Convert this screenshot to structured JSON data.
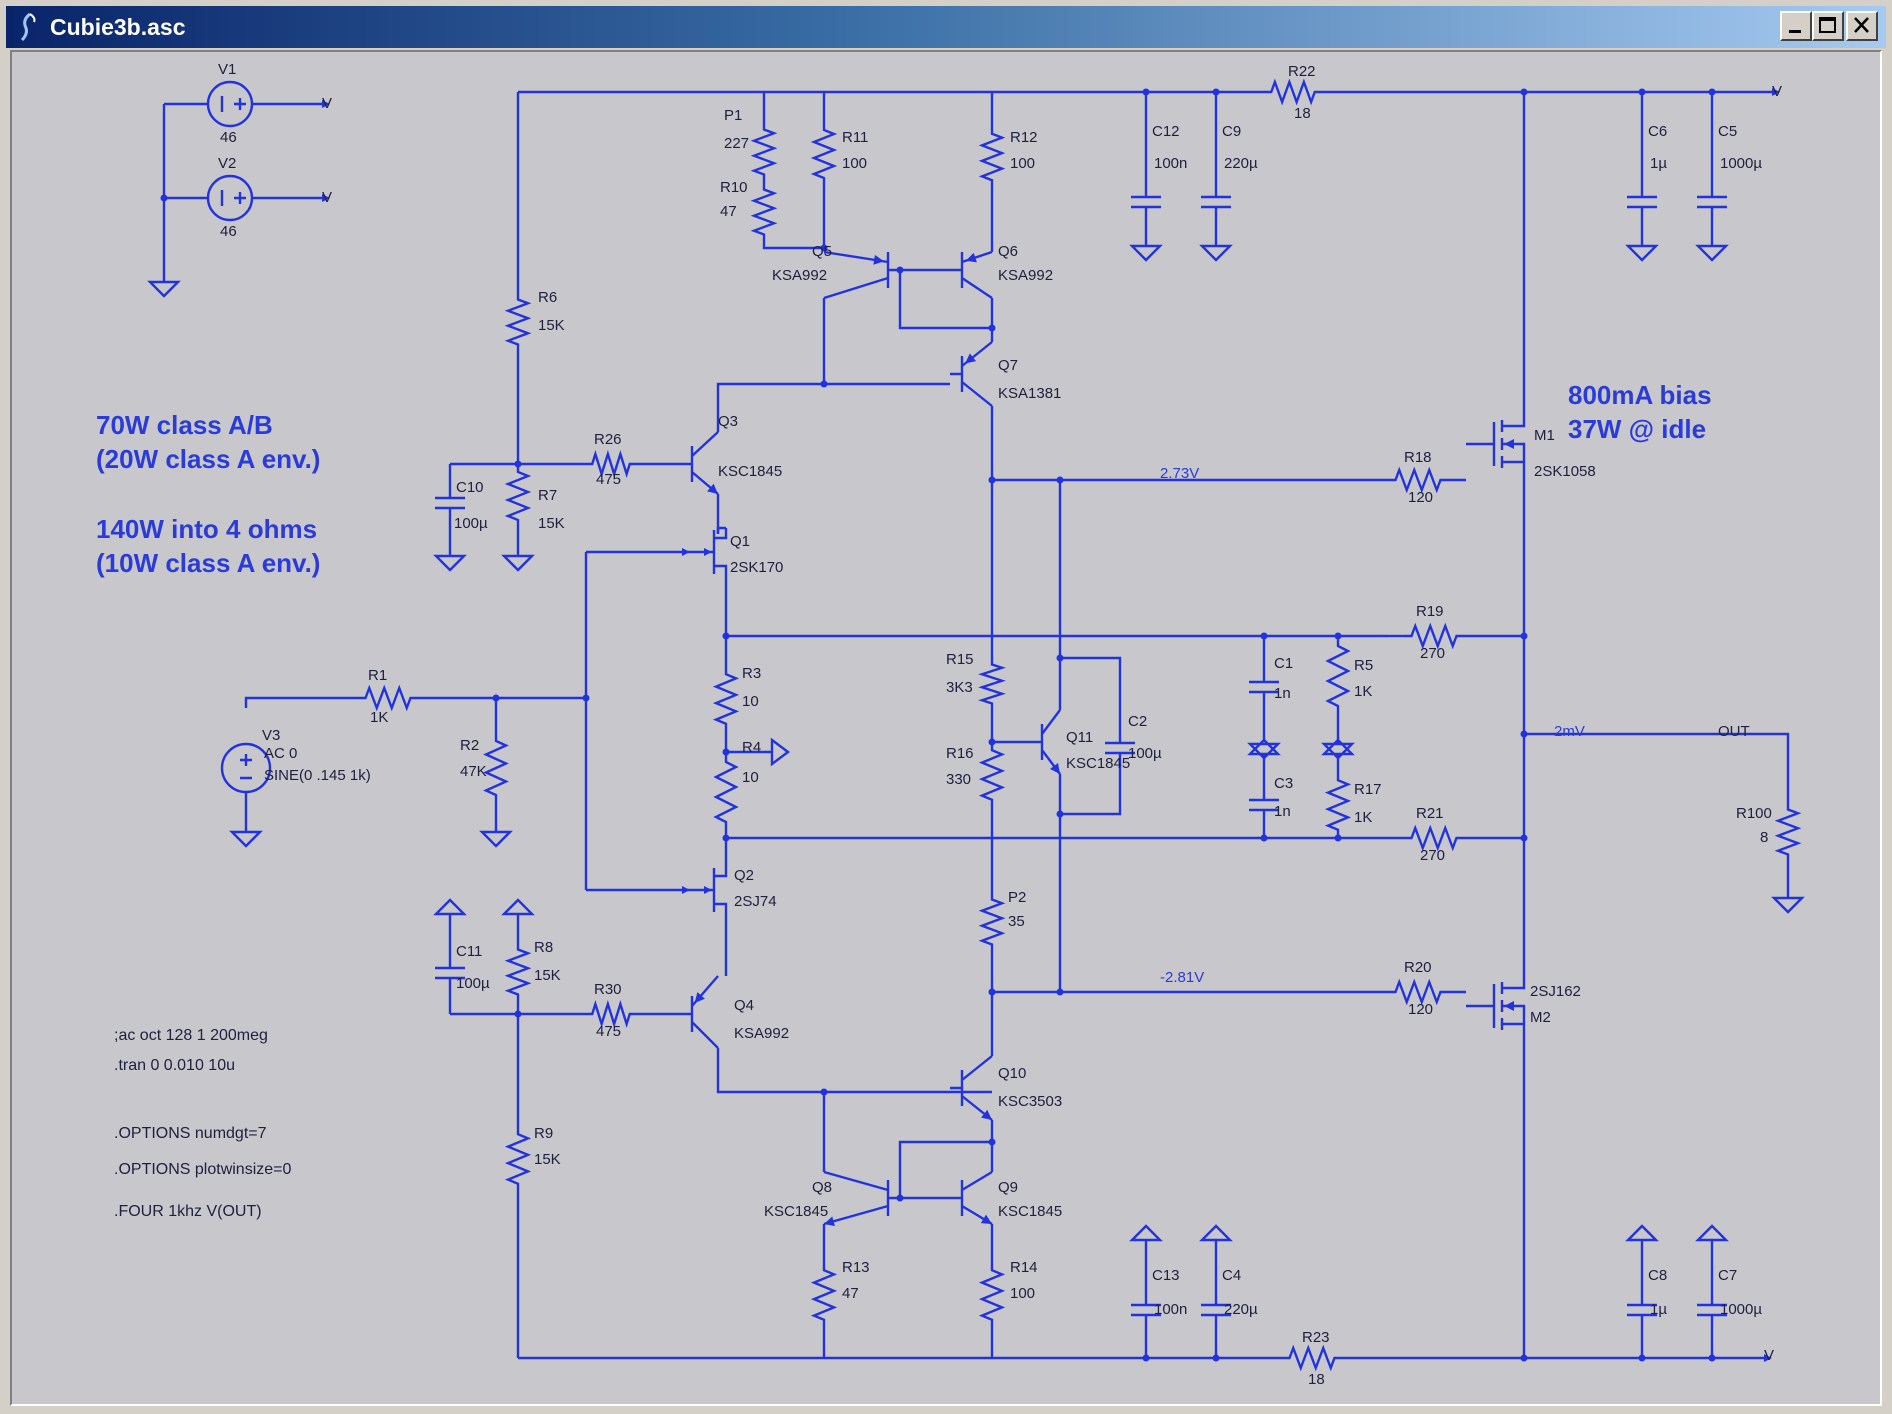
{
  "window": {
    "title": "Cubie3b.asc"
  },
  "notes": {
    "line1": "70W class A/B",
    "line2": "(20W class A env.)",
    "line3": "140W into 4 ohms",
    "line4": "(10W class A env.)",
    "bias1": "800mA bias",
    "bias2": "37W @ idle"
  },
  "directives": [
    ";ac oct 128 1 200meg",
    ".tran 0 0.010 10u",
    ".OPTIONS numdgt=7",
    ".OPTIONS plotwinsize=0",
    ".FOUR 1khz V(OUT)"
  ],
  "nets": {
    "vpos": "V",
    "vneg": "V",
    "out": "OUT",
    "v_pos_bias": "2.73V",
    "v_neg_bias": "-2.81V",
    "v_out": "2mV"
  },
  "sources": {
    "V1": {
      "name": "V1",
      "value": "46"
    },
    "V2": {
      "name": "V2",
      "value": "46"
    },
    "V3": {
      "name": "V3",
      "value": "AC 0",
      "value2": "SINE(0 .145 1k)"
    }
  },
  "resistors": {
    "P1": {
      "name": "P1",
      "value": "227"
    },
    "R10": {
      "name": "R10",
      "value": "47"
    },
    "R11": {
      "name": "R11",
      "value": "100"
    },
    "R12": {
      "name": "R12",
      "value": "100"
    },
    "R22": {
      "name": "R22",
      "value": "18"
    },
    "R6": {
      "name": "R6",
      "value": "15K"
    },
    "R26": {
      "name": "R26",
      "value": "475"
    },
    "R7": {
      "name": "R7",
      "value": "15K"
    },
    "R18": {
      "name": "R18",
      "value": "120"
    },
    "R19": {
      "name": "R19",
      "value": "270"
    },
    "R5": {
      "name": "R5",
      "value": "1K"
    },
    "R1": {
      "name": "R1",
      "value": "1K"
    },
    "R2": {
      "name": "R2",
      "value": "47K"
    },
    "R3": {
      "name": "R3",
      "value": "10"
    },
    "R4": {
      "name": "R4",
      "value": "10"
    },
    "R15": {
      "name": "R15",
      "value": "3K3"
    },
    "R16": {
      "name": "R16",
      "value": "330"
    },
    "R17": {
      "name": "R17",
      "value": "1K"
    },
    "R21": {
      "name": "R21",
      "value": "270"
    },
    "R100": {
      "name": "R100",
      "value": "8"
    },
    "P2": {
      "name": "P2",
      "value": "35"
    },
    "R20": {
      "name": "R20",
      "value": "120"
    },
    "R8": {
      "name": "R8",
      "value": "15K"
    },
    "R30": {
      "name": "R30",
      "value": "475"
    },
    "R9": {
      "name": "R9",
      "value": "15K"
    },
    "R13": {
      "name": "R13",
      "value": "47"
    },
    "R14": {
      "name": "R14",
      "value": "100"
    },
    "R23": {
      "name": "R23",
      "value": "18"
    }
  },
  "capacitors": {
    "C12": {
      "name": "C12",
      "value": "100n"
    },
    "C9": {
      "name": "C9",
      "value": "220µ"
    },
    "C6": {
      "name": "C6",
      "value": "1µ"
    },
    "C5": {
      "name": "C5",
      "value": "1000µ"
    },
    "C10": {
      "name": "C10",
      "value": "100µ"
    },
    "C1": {
      "name": "C1",
      "value": "1n"
    },
    "C2": {
      "name": "C2",
      "value": "100µ"
    },
    "C3": {
      "name": "C3",
      "value": "1n"
    },
    "C11": {
      "name": "C11",
      "value": "100µ"
    },
    "C13": {
      "name": "C13",
      "value": "100n"
    },
    "C4": {
      "name": "C4",
      "value": "220µ"
    },
    "C8": {
      "name": "C8",
      "value": "1µ"
    },
    "C7": {
      "name": "C7",
      "value": "1000µ"
    }
  },
  "transistors": {
    "Q5": {
      "name": "Q5",
      "model": "KSA992"
    },
    "Q6": {
      "name": "Q6",
      "model": "KSA992"
    },
    "Q7": {
      "name": "Q7",
      "model": "KSA1381"
    },
    "Q3": {
      "name": "Q3",
      "model": "KSC1845"
    },
    "Q1": {
      "name": "Q1",
      "model": "2SK170"
    },
    "Q11": {
      "name": "Q11",
      "model": "KSC1845"
    },
    "Q2": {
      "name": "Q2",
      "model": "2SJ74"
    },
    "Q4": {
      "name": "Q4",
      "model": "KSA992"
    },
    "Q10": {
      "name": "Q10",
      "model": "KSC3503"
    },
    "Q8": {
      "name": "Q8",
      "model": "KSC1845"
    },
    "Q9": {
      "name": "Q9",
      "model": "KSC1845"
    },
    "M1": {
      "name": "M1",
      "model": "2SK1058"
    },
    "M2": {
      "name": "M2",
      "model": "2SJ162"
    }
  }
}
